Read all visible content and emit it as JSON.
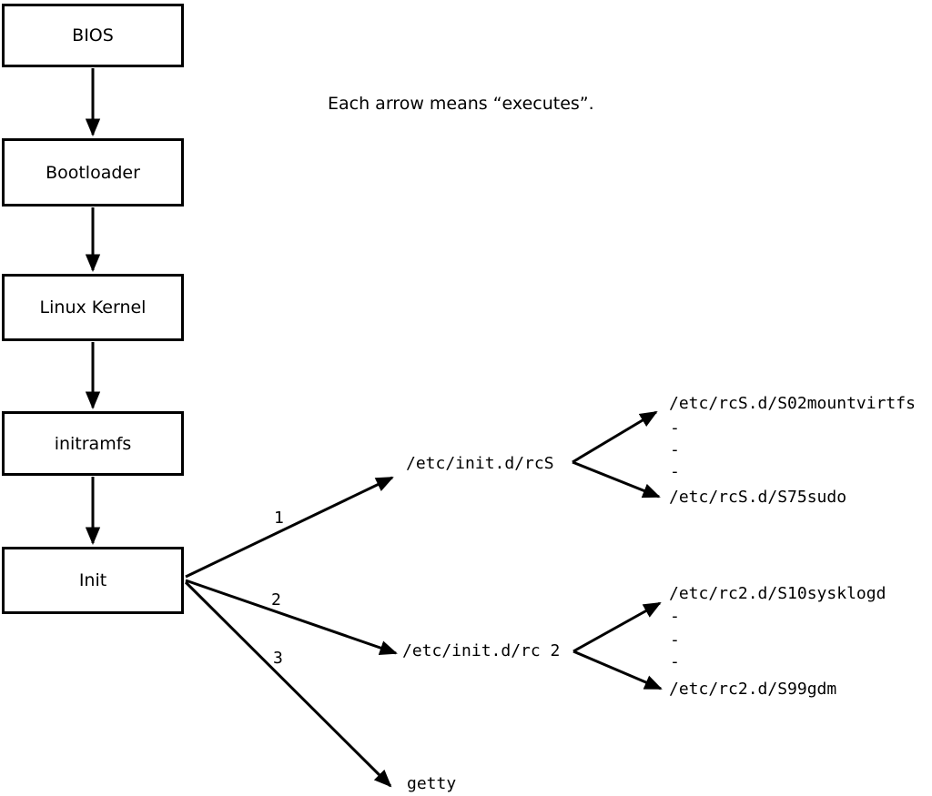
{
  "note": "Each arrow means “executes”.",
  "boot_chain": [
    {
      "label": "BIOS"
    },
    {
      "label": "Bootloader"
    },
    {
      "label": "Linux Kernel"
    },
    {
      "label": "initramfs"
    },
    {
      "label": "Init"
    }
  ],
  "branches": [
    {
      "order": "1",
      "target": "/etc/init.d/rcS",
      "children": [
        "/etc/rcS.d/S02mountvirtfs",
        "-",
        "-",
        "-",
        "/etc/rcS.d/S75sudo"
      ]
    },
    {
      "order": "2",
      "target": "/etc/init.d/rc 2",
      "children": [
        "/etc/rc2.d/S10sysklogd",
        "-",
        "-",
        "-",
        "/etc/rc2.d/S99gdm"
      ]
    },
    {
      "order": "3",
      "target": "getty",
      "children": []
    }
  ],
  "colors": {
    "line": "#000000",
    "background": "#ffffff",
    "box_fill": "#ffffff"
  }
}
